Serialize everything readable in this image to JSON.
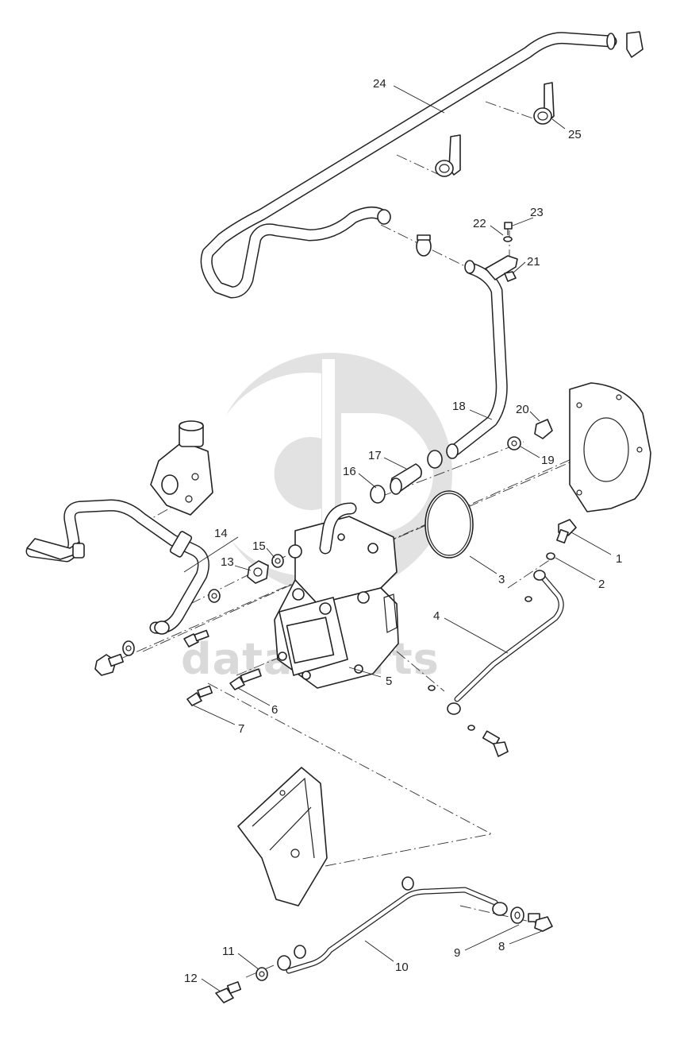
{
  "watermark": {
    "text": "data parts",
    "color": "#d9d9d9"
  },
  "callouts": {
    "c1": "1",
    "c2": "2",
    "c3": "3",
    "c4": "4",
    "c5": "5",
    "c6": "6",
    "c7": "7",
    "c8": "8",
    "c9": "9",
    "c10": "10",
    "c11": "11",
    "c12": "12",
    "c13": "13",
    "c14": "14",
    "c15": "15",
    "c16": "16",
    "c17": "17",
    "c18": "18",
    "c19": "19",
    "c20": "20",
    "c21": "21",
    "c22": "22",
    "c23": "23",
    "c24": "24",
    "c25": "25"
  }
}
